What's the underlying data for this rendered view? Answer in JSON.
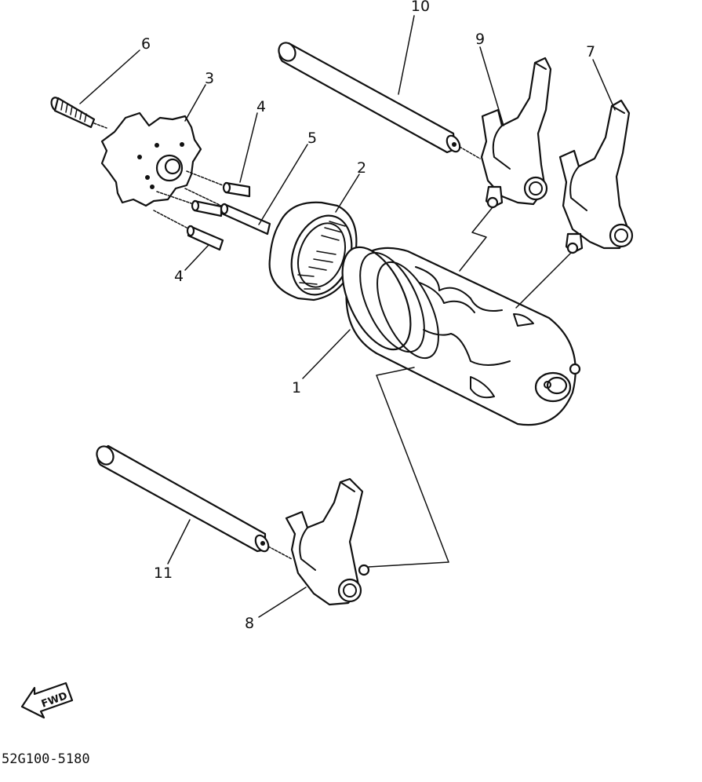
{
  "callouts": [
    {
      "id": "1",
      "text": "1"
    },
    {
      "id": "2",
      "text": "2"
    },
    {
      "id": "3",
      "text": "3"
    },
    {
      "id": "4a",
      "text": "4"
    },
    {
      "id": "4b",
      "text": "4"
    },
    {
      "id": "5",
      "text": "5"
    },
    {
      "id": "6",
      "text": "6"
    },
    {
      "id": "7",
      "text": "7"
    },
    {
      "id": "8",
      "text": "8"
    },
    {
      "id": "9",
      "text": "9"
    },
    {
      "id": "10",
      "text": "10"
    },
    {
      "id": "11",
      "text": "11"
    }
  ],
  "direction_marker": {
    "label": "FWD",
    "icon": "fwd-arrow-icon"
  },
  "diagram_code": "52G100-5180"
}
